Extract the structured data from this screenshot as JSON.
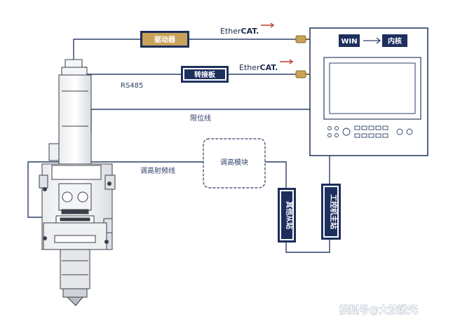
{
  "boxes": {
    "driver": "驱动器",
    "adapter": "转接板",
    "height_module": "调高模块",
    "other_slave": "其他从站",
    "ipc_master": "工控机主站"
  },
  "labels": {
    "rs485": "RS485",
    "limit_line": "限位线",
    "rf_line": "调高射频线",
    "ethercat_prefix": "Ether",
    "ethercat_suffix": "CAT."
  },
  "controller": {
    "win": "WIN",
    "kernel": "内核"
  },
  "watermark": "搜狐号@大族激光",
  "colors": {
    "navy": "#1d2f5c",
    "gold": "#c9a25a",
    "line": "#2c3e66"
  }
}
